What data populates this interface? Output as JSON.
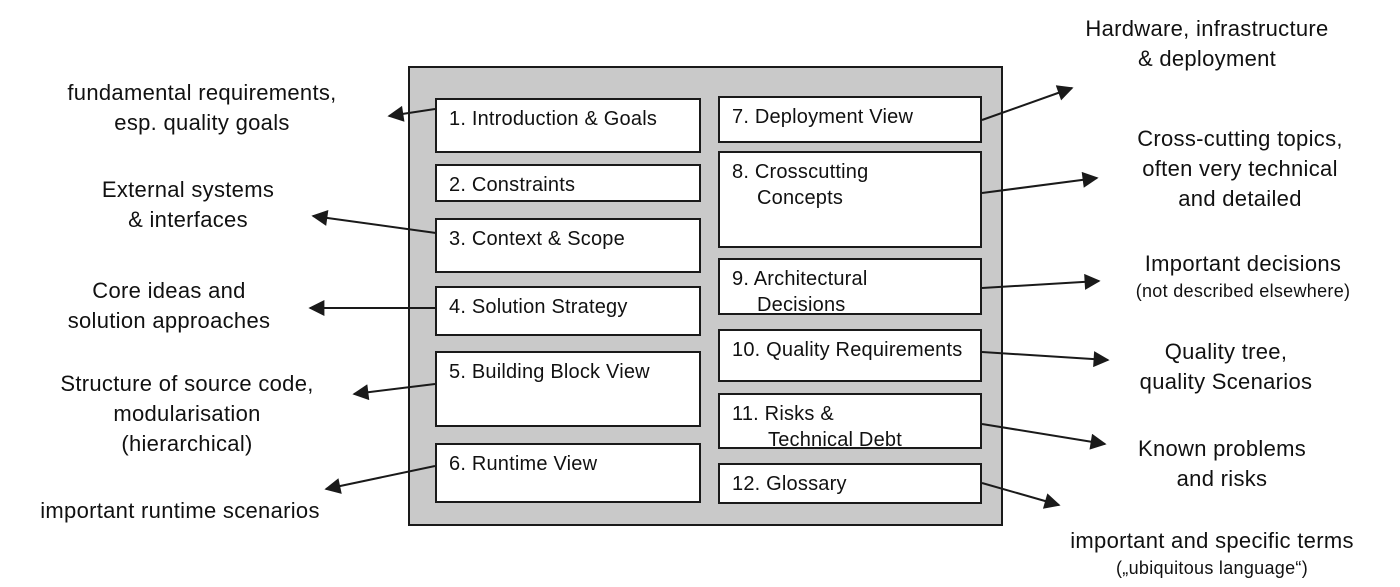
{
  "diagram": {
    "title_semantics": "arc42 documentation template structure",
    "boxes": [
      {
        "id": 1,
        "lines": [
          "1. Introduction & Goals"
        ]
      },
      {
        "id": 2,
        "lines": [
          "2. Constraints"
        ]
      },
      {
        "id": 3,
        "lines": [
          "3. Context & Scope"
        ]
      },
      {
        "id": 4,
        "lines": [
          "4. Solution Strategy"
        ]
      },
      {
        "id": 5,
        "lines": [
          "5. Building Block View"
        ]
      },
      {
        "id": 6,
        "lines": [
          "6. Runtime View"
        ]
      },
      {
        "id": 7,
        "lines": [
          "7. Deployment View"
        ]
      },
      {
        "id": 8,
        "lines": [
          "8. Crosscutting",
          "Concepts"
        ]
      },
      {
        "id": 9,
        "lines": [
          "9. Architectural",
          "Decisions"
        ]
      },
      {
        "id": 10,
        "lines": [
          "10. Quality Requirements"
        ]
      },
      {
        "id": 11,
        "lines": [
          "11. Risks &",
          "Technical Debt"
        ]
      },
      {
        "id": 12,
        "lines": [
          "12. Glossary"
        ]
      }
    ],
    "annotations_left": [
      {
        "for_box": 1,
        "lines": [
          "fundamental requirements,",
          "esp. quality goals"
        ]
      },
      {
        "for_box": 3,
        "lines": [
          "External systems",
          "& interfaces"
        ]
      },
      {
        "for_box": 4,
        "lines": [
          "Core ideas and",
          "solution approaches"
        ]
      },
      {
        "for_box": 5,
        "lines": [
          "Structure of source code,",
          "modularisation",
          "(hierarchical)"
        ]
      },
      {
        "for_box": 6,
        "lines": [
          "important runtime scenarios"
        ]
      }
    ],
    "annotations_right": [
      {
        "for_box": 7,
        "lines": [
          "Hardware, infrastructure",
          "& deployment"
        ]
      },
      {
        "for_box": 8,
        "lines": [
          "Cross-cutting topics,",
          "often very technical",
          "and detailed"
        ]
      },
      {
        "for_box": 9,
        "lines": [
          "Important decisions",
          "(not described elsewhere)"
        ]
      },
      {
        "for_box": 10,
        "lines": [
          "Quality tree,",
          "quality Scenarios"
        ]
      },
      {
        "for_box": 11,
        "lines": [
          "Known problems",
          "and risks"
        ]
      },
      {
        "for_box": 12,
        "lines": [
          "important and specific terms",
          "(„ubiquitous language“)"
        ]
      }
    ],
    "colors": {
      "container_fill": "#c9c9c9",
      "box_fill": "#ffffff",
      "stroke": "#1a1a1a",
      "text": "#111111",
      "background": "#ffffff"
    }
  }
}
